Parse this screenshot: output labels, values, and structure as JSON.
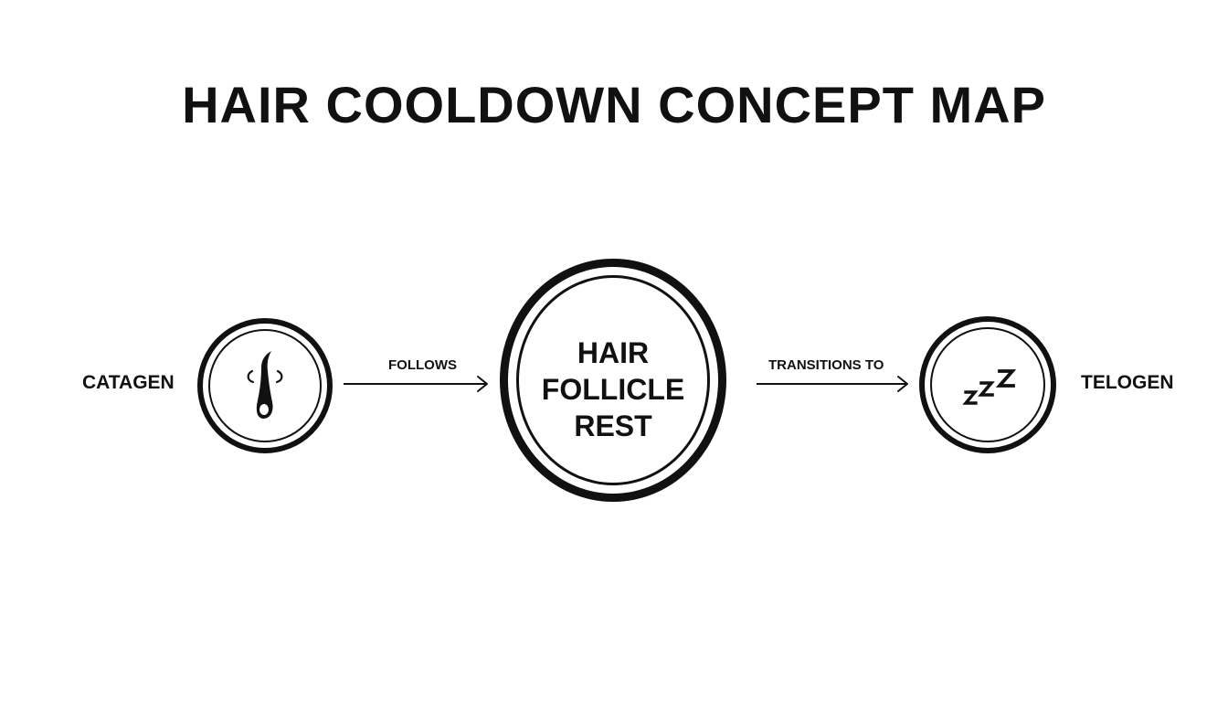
{
  "title": "HAIR COOLDOWN CONCEPT MAP",
  "nodes": {
    "left": {
      "label": "CATAGEN",
      "icon": "hair-follicle-icon"
    },
    "center": {
      "line1": "HAIR",
      "line2": "FOLLICLE",
      "line3": "REST"
    },
    "right": {
      "label": "TELOGEN",
      "icon": "sleep-zzz-icon"
    }
  },
  "edges": {
    "first": "FOLLOWS",
    "second": "TRANSITIONS TO"
  },
  "colors": {
    "ink": "#111111",
    "background": "#ffffff"
  }
}
